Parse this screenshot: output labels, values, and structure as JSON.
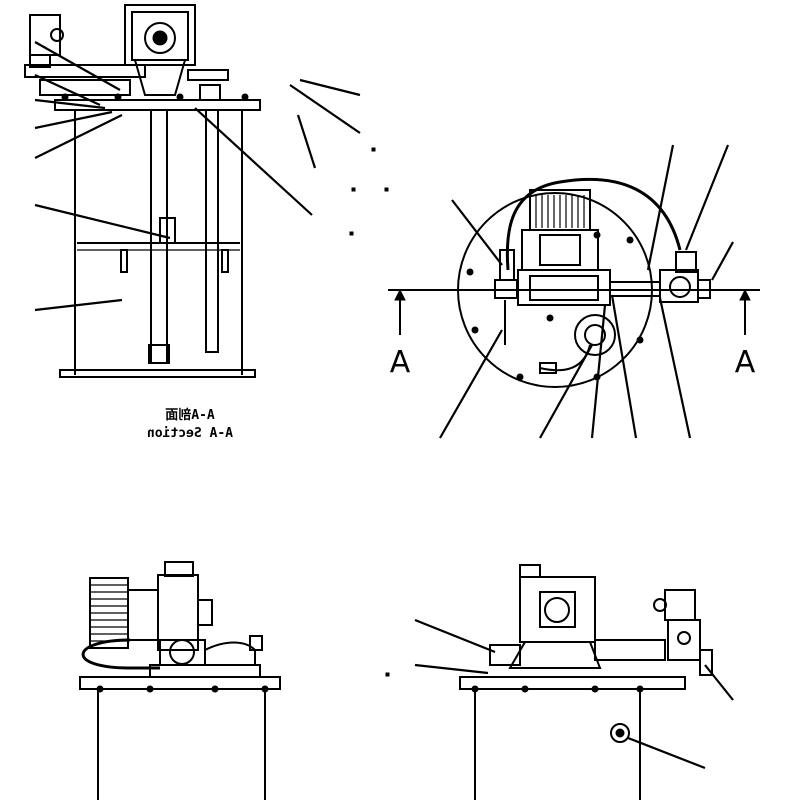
{
  "section": {
    "caption_cn": "A-A剖面",
    "caption_en": "A-A Section",
    "mark": "A"
  },
  "colors": {
    "line": "#000000",
    "background": "#ffffff"
  }
}
